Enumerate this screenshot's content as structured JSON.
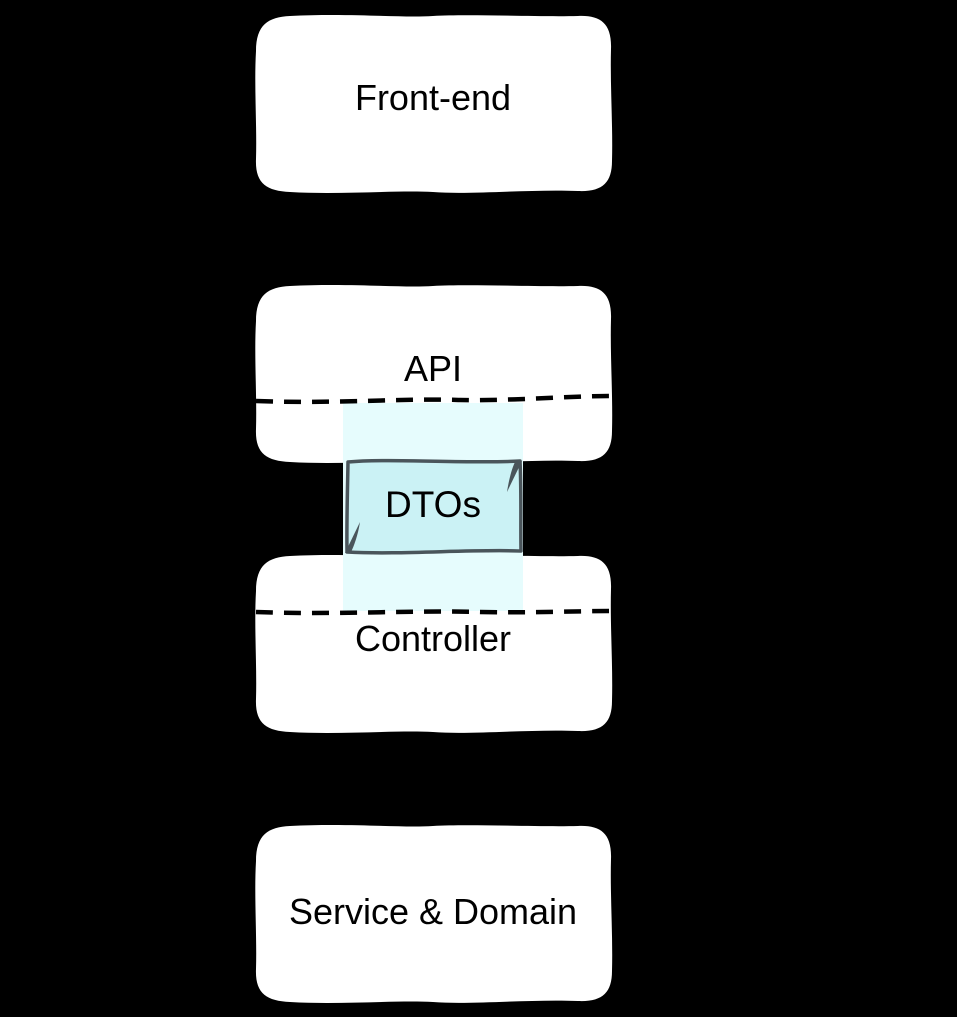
{
  "diagram": {
    "background_color": "#000000",
    "box_fill": "#ffffff",
    "text_color": "#000000",
    "nodes": [
      {
        "id": "front-end",
        "label": "Front-end"
      },
      {
        "id": "api",
        "label": "API"
      },
      {
        "id": "controller",
        "label": "Controller"
      },
      {
        "id": "service-domain",
        "label": "Service & Domain"
      }
    ],
    "dto_overlay": {
      "label": "DTOs",
      "fill": "#cbf2f5",
      "band_fill": "#e6fcfd",
      "border_color": "#4a555b"
    },
    "separators": {
      "style": "dashed",
      "color": "#000000"
    }
  }
}
